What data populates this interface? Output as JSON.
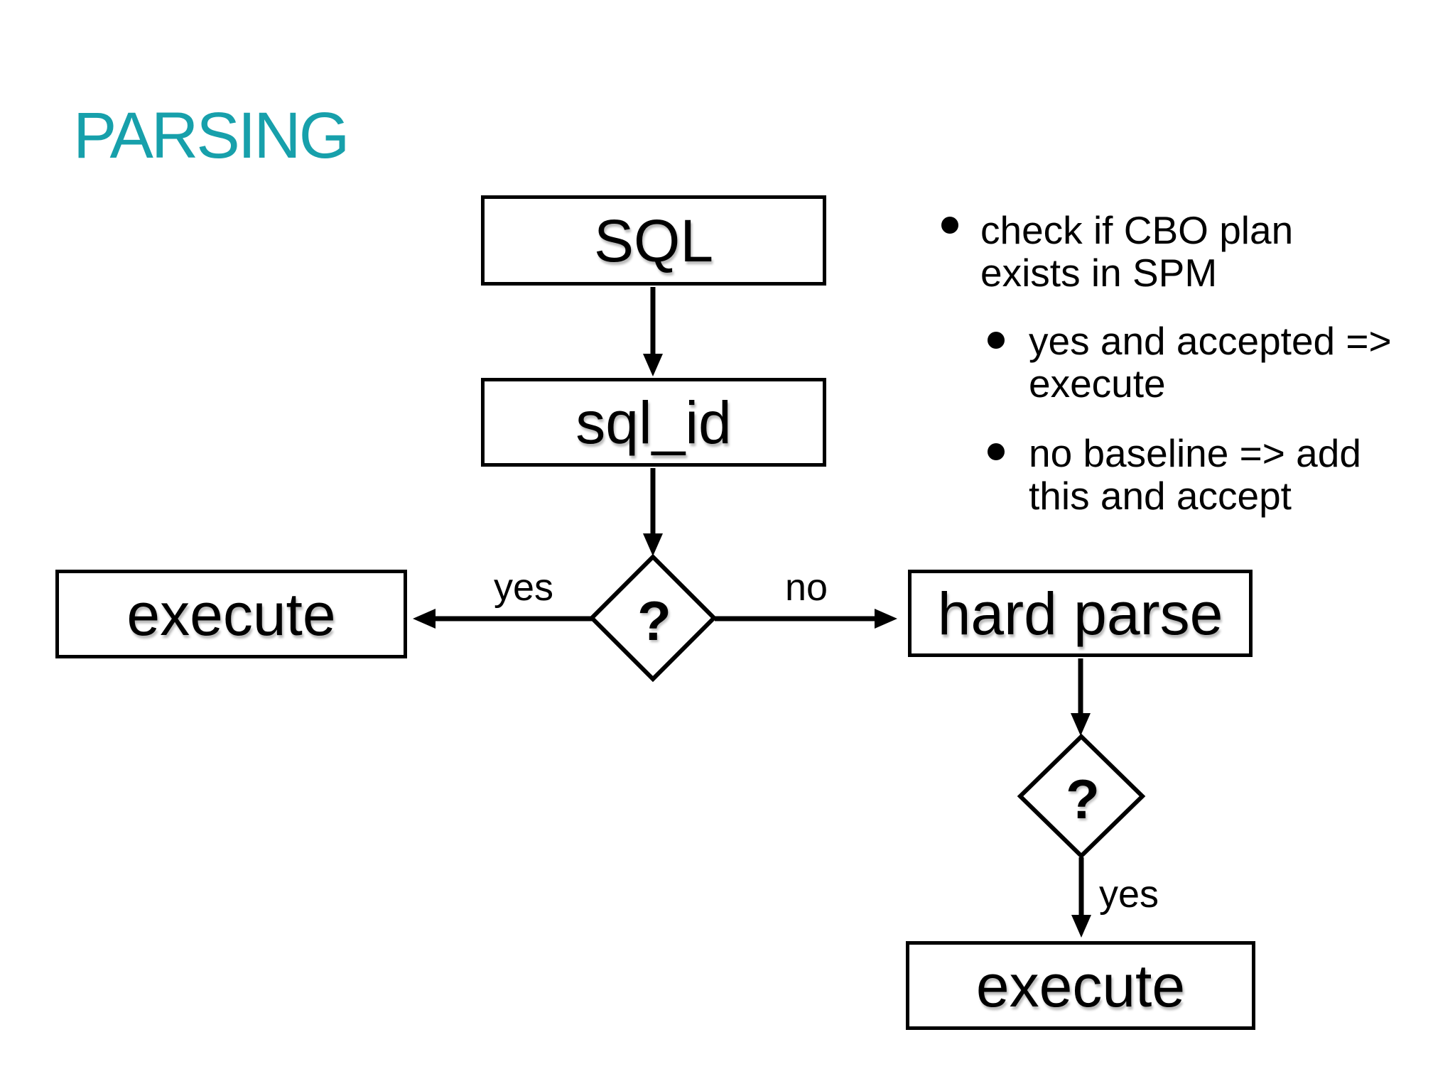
{
  "slide": {
    "title": "PARSING"
  },
  "colors": {
    "title_accent": "#17a0ab",
    "ink": "#000000",
    "background": "#ffffff"
  },
  "flowchart": {
    "nodes": {
      "sql": {
        "label": "SQL"
      },
      "sql_id": {
        "label": "sql_id"
      },
      "execute_left": {
        "label": "execute"
      },
      "hard_parse": {
        "label": "hard parse"
      },
      "execute_bottom": {
        "label": "execute"
      },
      "decision_1": {
        "label": "?"
      },
      "decision_2": {
        "label": "?"
      }
    },
    "edge_labels": {
      "yes_left": "yes",
      "no_right": "no",
      "yes_bottom": "yes"
    }
  },
  "notes": {
    "bullets": [
      {
        "level": 1,
        "lines": [
          "check if CBO plan",
          "exists in SPM"
        ]
      },
      {
        "level": 2,
        "lines": [
          "yes and accepted =>",
          "execute"
        ]
      },
      {
        "level": 2,
        "lines": [
          "no baseline => add",
          "this and accept"
        ]
      }
    ]
  }
}
